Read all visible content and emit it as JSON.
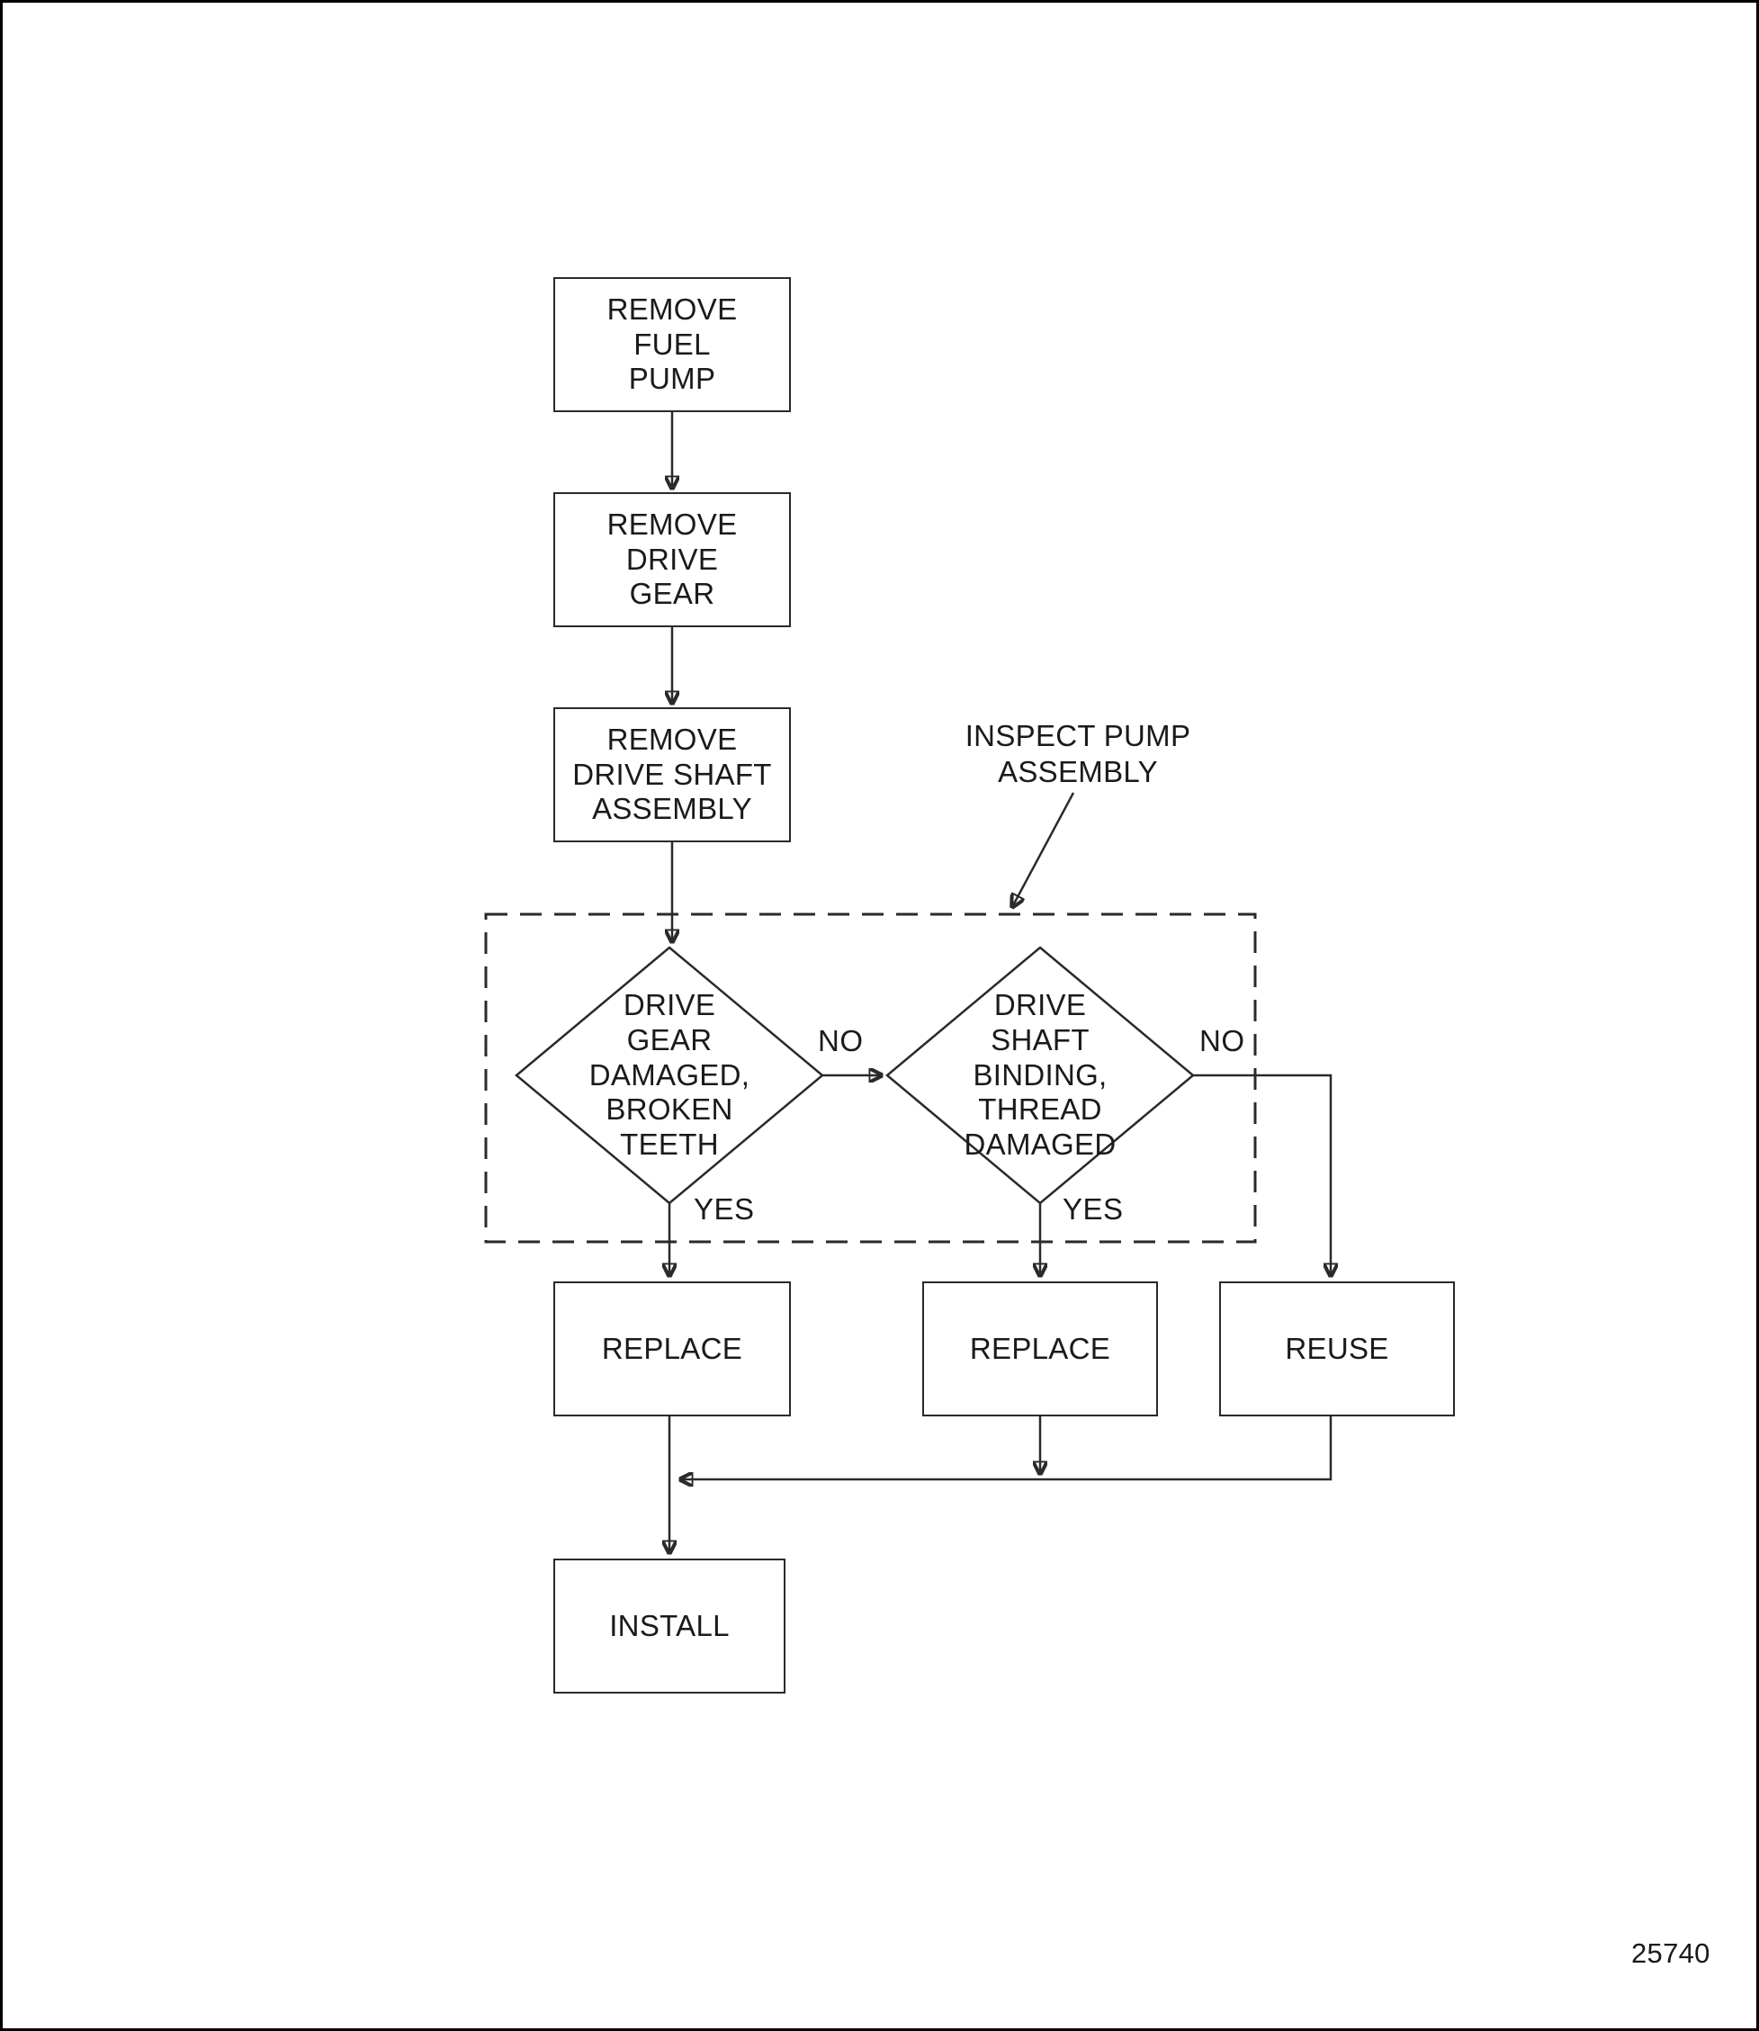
{
  "page": {
    "figure_number": "25740"
  },
  "flowchart": {
    "boxes": {
      "remove_fuel_pump": "REMOVE\nFUEL\nPUMP",
      "remove_drive_gear": "REMOVE\nDRIVE\nGEAR",
      "remove_drive_shaft": "REMOVE\nDRIVE SHAFT\nASSEMBLY",
      "replace_left": "REPLACE",
      "replace_middle": "REPLACE",
      "reuse": "REUSE",
      "install": "INSTALL"
    },
    "decisions": {
      "drive_gear_damaged": "DRIVE\nGEAR\nDAMAGED,\nBROKEN\nTEETH",
      "drive_shaft_binding": "DRIVE\nSHAFT\nBINDING,\nTHREAD\nDAMAGED"
    },
    "labels": {
      "inspect_pump_assembly": "INSPECT PUMP\nASSEMBLY",
      "no_gear": "NO",
      "no_shaft": "NO",
      "yes_gear": "YES",
      "yes_shaft": "YES"
    }
  }
}
